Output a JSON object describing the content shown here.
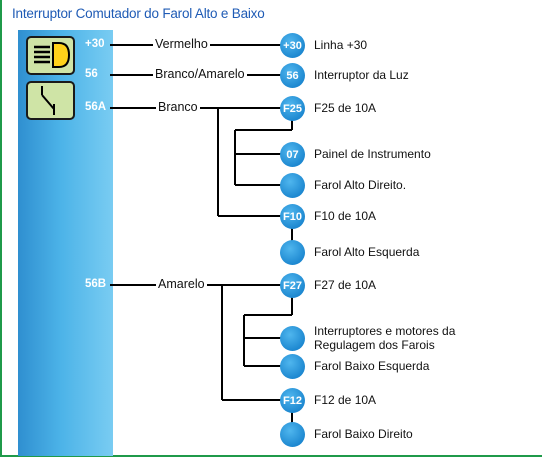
{
  "title": "Interruptor Comutador do Farol Alto e Baixo",
  "icons": {
    "headlight": "high-beam-icon",
    "switch": "switch-icon"
  },
  "pins": [
    "+30",
    "56",
    "56A",
    "56B"
  ],
  "wires": [
    "Vermelho",
    "Branco/Amarelo",
    "Branco",
    "Amarelo"
  ],
  "nodes": [
    {
      "tag": "+30",
      "label": "Linha +30"
    },
    {
      "tag": "56",
      "label": "Interruptor da Luz"
    },
    {
      "tag": "F25",
      "label": "F25 de 10A"
    },
    {
      "tag": "07",
      "label": "Painel de Instrumento"
    },
    {
      "tag": "",
      "label": "Farol Alto Direito."
    },
    {
      "tag": "F10",
      "label": "F10 de 10A"
    },
    {
      "tag": "",
      "label": "Farol Alto Esquerda"
    },
    {
      "tag": "F27",
      "label": "F27 de 10A"
    },
    {
      "tag": "",
      "label_line1": "Interruptores e motores da",
      "label_line2": "Regulagem dos Farois"
    },
    {
      "tag": "",
      "label": "Farol Baixo Esquerda"
    },
    {
      "tag": "F12",
      "label": "F12 de 10A"
    },
    {
      "tag": "",
      "label": "Farol Baixo Direito"
    }
  ],
  "colors": {
    "panel": "#4cb3e8",
    "node": "#1b86cf",
    "title": "#1f5bb5",
    "icon_bg": "#cfe4a6",
    "border": "#1f9a4a"
  }
}
